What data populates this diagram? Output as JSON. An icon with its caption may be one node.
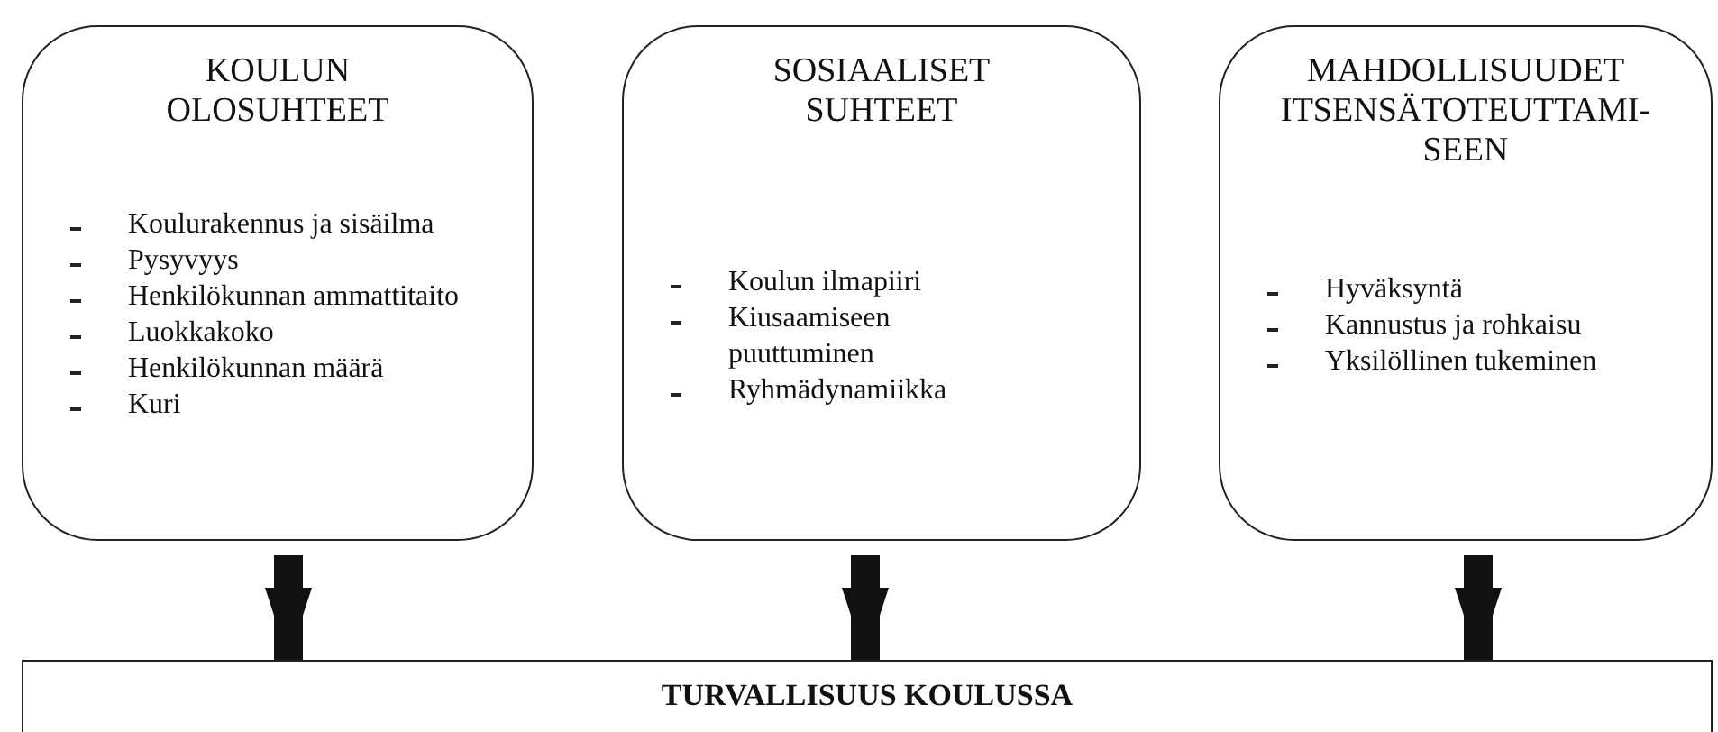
{
  "diagram": {
    "nodes": [
      {
        "text": [
          "KOULUN OLOSUHTEET",
          "Koulurakennus ja sisäilma",
          "Pysyvyys",
          "Henkilökunnan ammattitaito",
          "Luokkakoko",
          "Henkilökunnan määrä",
          "Kuri"
        ]
      },
      {
        "text": [
          "SOSIAALISET SUHTEET",
          "Koulun ilmapiiri",
          "Kiusaamiseen puuttuminen",
          "Ryhmädynamiikka"
        ]
      },
      {
        "text": [
          "MAHDOLLISUUDET ITSENSÄTOTEUTTAMI-SEEN",
          "Hyväksyntä",
          "Kannustus ja rohkaisu",
          "Yksilöllinen tukeminen"
        ]
      },
      {
        "text": [
          "TURVALLISUUS KOULUSSA"
        ]
      }
    ],
    "edges": [
      {
        "from": 0,
        "to": 3,
        "arrow": "to"
      },
      {
        "from": 1,
        "to": 3,
        "arrow": "to"
      },
      {
        "from": 2,
        "to": 3,
        "arrow": "to"
      }
    ]
  }
}
